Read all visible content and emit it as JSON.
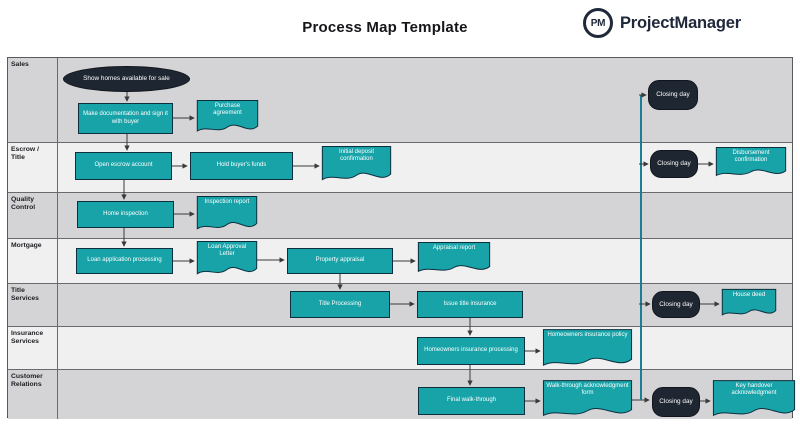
{
  "header": {
    "title": "Process Map Template",
    "logo_initials": "PM",
    "logo_text": "ProjectManager"
  },
  "colors": {
    "process_fill": "#17A3A8",
    "process_border": "#0D2F3E",
    "dark_node": "#1E2631",
    "connector": "#3A3A3A",
    "milestone_link": "#1A7F96",
    "lane_dark": "#D4D4D6",
    "lane_light": "#F0F0F1",
    "frame_border": "#59595B"
  },
  "lanes": [
    {
      "id": "sales",
      "label": "Sales"
    },
    {
      "id": "escrow-title",
      "label": "Escrow / Title"
    },
    {
      "id": "quality-control",
      "label": "Quality Control"
    },
    {
      "id": "mortgage",
      "label": "Mortgage"
    },
    {
      "id": "title-services",
      "label": "Title Services"
    },
    {
      "id": "insurance-services",
      "label": "Insurance Services"
    },
    {
      "id": "customer-relations",
      "label": "Customer Relations"
    }
  ],
  "nodes": [
    {
      "id": "start",
      "lane": "sales",
      "type": "start",
      "label": "Show homes available for sale"
    },
    {
      "id": "make-doc",
      "lane": "sales",
      "type": "process",
      "label": "Make documentation and sign it with buyer"
    },
    {
      "id": "purchase-agreement",
      "lane": "sales",
      "type": "document",
      "label": "Purchase agreement"
    },
    {
      "id": "closing-day-sales",
      "lane": "sales",
      "type": "milestone",
      "label": "Closing day"
    },
    {
      "id": "open-escrow",
      "lane": "escrow-title",
      "type": "process",
      "label": "Open escrow account"
    },
    {
      "id": "hold-funds",
      "lane": "escrow-title",
      "type": "process",
      "label": "Hold buyer's funds"
    },
    {
      "id": "initial-deposit",
      "lane": "escrow-title",
      "type": "document",
      "label": "Initial deposit confirmation"
    },
    {
      "id": "closing-day-escrow",
      "lane": "escrow-title",
      "type": "milestone",
      "label": "Closing day"
    },
    {
      "id": "disbursement",
      "lane": "escrow-title",
      "type": "document",
      "label": "Disbursement confirmation"
    },
    {
      "id": "home-inspection",
      "lane": "quality-control",
      "type": "process",
      "label": "Home inspection"
    },
    {
      "id": "inspection-report",
      "lane": "quality-control",
      "type": "document",
      "label": "Inspection report"
    },
    {
      "id": "loan-application",
      "lane": "mortgage",
      "type": "process",
      "label": "Loan application processing"
    },
    {
      "id": "loan-approval-letter",
      "lane": "mortgage",
      "type": "document",
      "label": "Loan Approval Letter"
    },
    {
      "id": "property-appraisal",
      "lane": "mortgage",
      "type": "process",
      "label": "Property appraisal"
    },
    {
      "id": "appraisal-report",
      "lane": "mortgage",
      "type": "document",
      "label": "Appraisal report"
    },
    {
      "id": "title-processing",
      "lane": "title-services",
      "type": "process",
      "label": "Title Processing"
    },
    {
      "id": "issue-title-insurance",
      "lane": "title-services",
      "type": "process",
      "label": "Issue title insurance"
    },
    {
      "id": "closing-day-title",
      "lane": "title-services",
      "type": "milestone",
      "label": "Closing day"
    },
    {
      "id": "house-deed",
      "lane": "title-services",
      "type": "document",
      "label": "House deed"
    },
    {
      "id": "homeowners-processing",
      "lane": "insurance-services",
      "type": "process",
      "label": "Homeowners insurance processing"
    },
    {
      "id": "homeowners-policy",
      "lane": "insurance-services",
      "type": "document",
      "label": "Homeowners insurance policy"
    },
    {
      "id": "final-walk-through",
      "lane": "customer-relations",
      "type": "process",
      "label": "Final walk-through"
    },
    {
      "id": "walk-through-form",
      "lane": "customer-relations",
      "type": "document",
      "label": "Walk-through acknowledgment form"
    },
    {
      "id": "closing-day-customer",
      "lane": "customer-relations",
      "type": "milestone",
      "label": "Closing day"
    },
    {
      "id": "key-handover",
      "lane": "customer-relations",
      "type": "document",
      "label": "Key handover acknowledgment"
    }
  ],
  "edges": [
    {
      "from": "start",
      "to": "make-doc"
    },
    {
      "from": "make-doc",
      "to": "purchase-agreement"
    },
    {
      "from": "make-doc",
      "to": "open-escrow"
    },
    {
      "from": "open-escrow",
      "to": "hold-funds"
    },
    {
      "from": "hold-funds",
      "to": "initial-deposit"
    },
    {
      "from": "open-escrow",
      "to": "home-inspection"
    },
    {
      "from": "home-inspection",
      "to": "inspection-report"
    },
    {
      "from": "home-inspection",
      "to": "loan-application"
    },
    {
      "from": "loan-application",
      "to": "loan-approval-letter"
    },
    {
      "from": "loan-approval-letter",
      "to": "property-appraisal"
    },
    {
      "from": "property-appraisal",
      "to": "appraisal-report"
    },
    {
      "from": "property-appraisal",
      "to": "title-processing"
    },
    {
      "from": "title-processing",
      "to": "issue-title-insurance"
    },
    {
      "from": "issue-title-insurance",
      "to": "homeowners-processing"
    },
    {
      "from": "homeowners-processing",
      "to": "homeowners-policy"
    },
    {
      "from": "homeowners-processing",
      "to": "final-walk-through"
    },
    {
      "from": "final-walk-through",
      "to": "walk-through-form"
    },
    {
      "from": "walk-through-form",
      "to": "closing-day-customer"
    },
    {
      "from": "closing-day-customer",
      "to": "key-handover"
    },
    {
      "from": "walk-through-form",
      "to": "closing-day-sales"
    },
    {
      "from": "walk-through-form",
      "to": "closing-day-escrow"
    },
    {
      "from": "walk-through-form",
      "to": "closing-day-title"
    },
    {
      "from": "closing-day-escrow",
      "to": "disbursement"
    },
    {
      "from": "closing-day-title",
      "to": "house-deed"
    }
  ]
}
